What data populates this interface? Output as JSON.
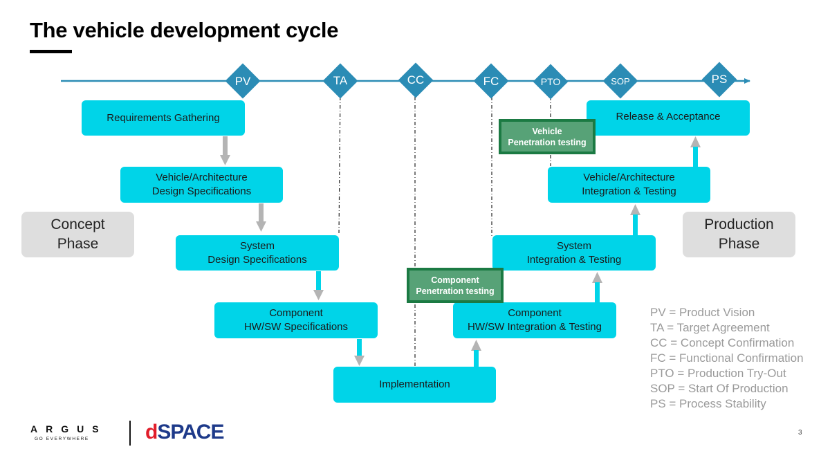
{
  "title": "The vehicle development cycle",
  "milestones": [
    {
      "id": "pv",
      "label": "PV"
    },
    {
      "id": "ta",
      "label": "TA"
    },
    {
      "id": "cc",
      "label": "CC"
    },
    {
      "id": "fc",
      "label": "FC"
    },
    {
      "id": "pto",
      "label": "PTO"
    },
    {
      "id": "sop",
      "label": "SOP"
    },
    {
      "id": "ps",
      "label": "PS"
    }
  ],
  "boxes": {
    "requirements": [
      "Requirements Gathering"
    ],
    "vehicle_design": [
      "Vehicle/Architecture",
      "Design Specifications"
    ],
    "system_design": [
      "System",
      "Design Specifications"
    ],
    "component_spec": [
      "Component",
      "HW/SW Specifications"
    ],
    "implementation": [
      "Implementation"
    ],
    "component_integration": [
      "Component",
      "HW/SW Integration & Testing"
    ],
    "system_integration": [
      "System",
      "Integration & Testing"
    ],
    "vehicle_integration": [
      "Vehicle/Architecture",
      "Integration & Testing"
    ],
    "release": [
      "Release & Acceptance"
    ]
  },
  "phases": {
    "concept": [
      "Concept",
      "Phase"
    ],
    "production": [
      "Production",
      "Phase"
    ]
  },
  "pen_tests": {
    "vehicle": [
      "Vehicle",
      "Penetration testing"
    ],
    "component": [
      "Component",
      "Penetration testing"
    ]
  },
  "legend": [
    "PV = Product Vision",
    "TA = Target Agreement",
    "CC = Concept Confirmation",
    "FC = Functional Confirmation",
    "PTO = Production Try-Out",
    "SOP = Start Of Production",
    "PS = Process Stability"
  ],
  "logos": {
    "argus_main": "ARGUS",
    "argus_tagline": "GO EVERYWHERE",
    "dspace_d": "d",
    "dspace_rest": "SPACE"
  },
  "page_number": "3",
  "colors": {
    "timeline": "#2b8cb5",
    "milestone": "#2b8cb5",
    "box": "#00d4e8",
    "arrow_down": "#b4b4b4",
    "arrow_up": "#00d4e8",
    "pen_test_fill": "#57a277",
    "pen_test_border": "#1b7a43",
    "phase_box": "#dedede",
    "legend_text": "#9a9a9a"
  }
}
